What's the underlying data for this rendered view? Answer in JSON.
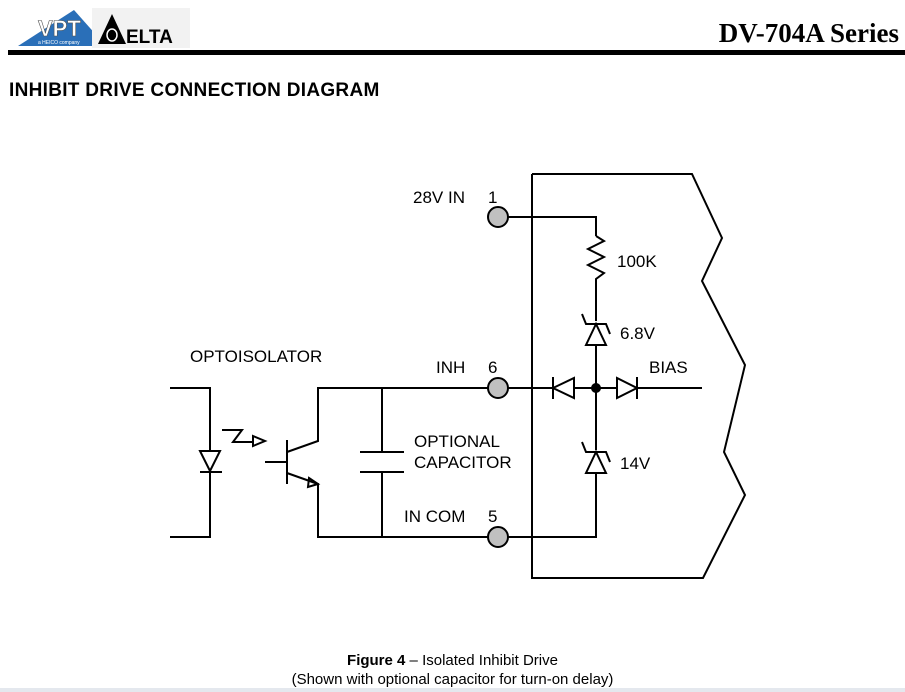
{
  "header": {
    "logo_left": "VPT",
    "logo_left_tagline": "a HEICO company",
    "logo_right": "DELTA",
    "series": "DV-704A Series"
  },
  "section_title": "INHIBIT DRIVE CONNECTION DIAGRAM",
  "diagram": {
    "labels": {
      "pin1_name": "28V IN",
      "pin1_num": "1",
      "pin6_name": "INH",
      "pin6_num": "6",
      "pin5_name": "IN COM",
      "pin5_num": "5",
      "resistor": "100K",
      "zener_top": "6.8V",
      "zener_bottom": "14V",
      "bias": "BIAS",
      "optoisolator": "OPTOISOLATOR",
      "capacitor_line1": "OPTIONAL",
      "capacitor_line2": "CAPACITOR"
    },
    "colors": {
      "pin_fill": "#c0c0c0",
      "line": "#000000",
      "logo_blue": "#2a6fb8"
    }
  },
  "caption": {
    "figure_label": "Figure 4",
    "figure_title": " – Isolated Inhibit Drive",
    "subtitle": "(Shown with optional capacitor for turn-on delay)"
  }
}
